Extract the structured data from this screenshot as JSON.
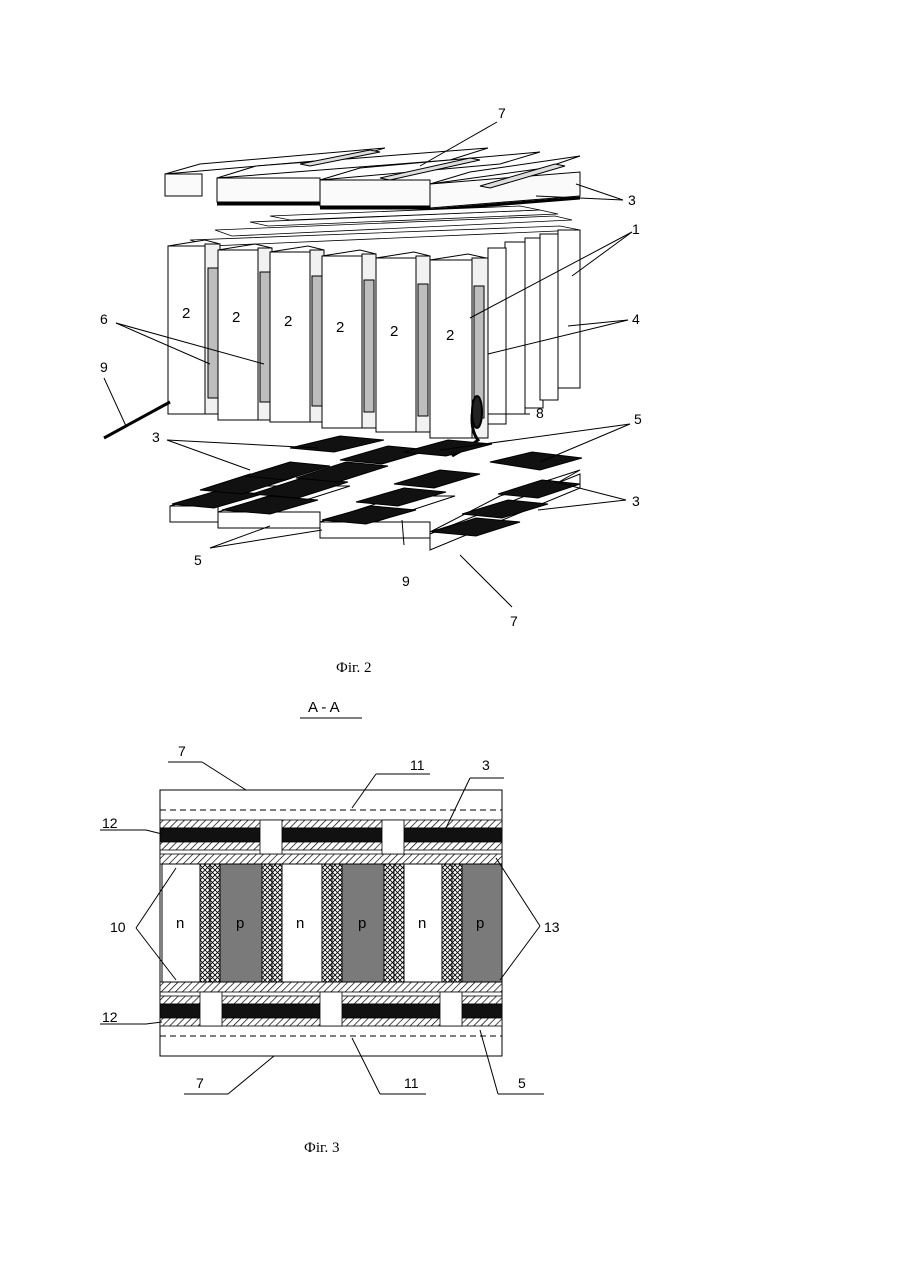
{
  "figure2": {
    "caption": "Фіг. 2",
    "leg_labels": {
      "l7_top": "7",
      "l3_top": "3",
      "l1": "1",
      "l4": "4",
      "l6": "6",
      "l9_left": "9",
      "l8": "8",
      "l5_right": "5",
      "l3_left": "3",
      "l3_right": "3",
      "l5_left": "5",
      "l9_bottom": "9",
      "l7_bottom": "7"
    },
    "block_labels": [
      "2",
      "2",
      "2",
      "2",
      "2",
      "2"
    ]
  },
  "figure3": {
    "section": "A - A",
    "caption": "Фіг. 3",
    "leg_labels": {
      "l7_top": "7",
      "l11_top": "11",
      "l3": "3",
      "l12_top": "12",
      "l10": "10",
      "l13": "13",
      "l12_bottom": "12",
      "l7_bottom": "7",
      "l11_bottom": "11",
      "l5": "5"
    },
    "leg_types": [
      "n",
      "p",
      "n",
      "p",
      "n",
      "p"
    ]
  },
  "colors": {
    "ink": "#000000",
    "leg_p": "#7a7a7a",
    "leg_n": "#ffffff",
    "conductor": "#111111",
    "block_face": "#ffffff",
    "block_side": "#f1f1f1",
    "block_inner": "#bdbdbd"
  }
}
